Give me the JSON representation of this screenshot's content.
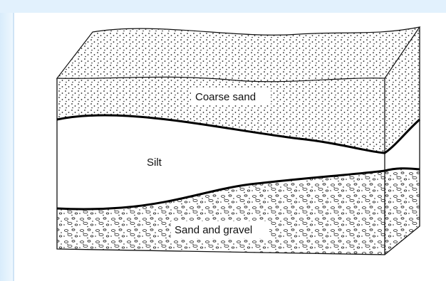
{
  "diagram": {
    "layers": [
      {
        "id": "coarse-sand",
        "label": "Coarse sand"
      },
      {
        "id": "silt",
        "label": "Silt"
      },
      {
        "id": "sand-gravel",
        "label": "Sand and gravel"
      }
    ]
  }
}
